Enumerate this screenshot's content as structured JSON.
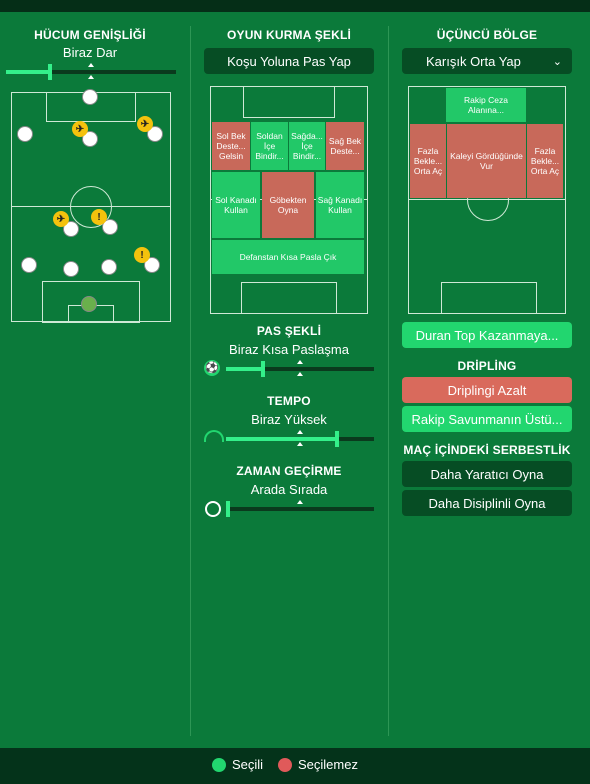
{
  "col1": {
    "title": "HÜCUM GENİŞLİĞİ",
    "value": "Biraz Dar",
    "slider_fraction": 0.25
  },
  "col2": {
    "title": "OYUN KURMA ŞEKLİ",
    "dropdown": "Koşu Yoluna Pas Yap",
    "zones": {
      "sol_bek": "Sol Bek Deste... Gelsin",
      "soldan_ice": "Soldan İçe Bindir...",
      "sagdan_ice": "Sağda... İçe Bindir...",
      "sag_bek": "Sağ Bek Deste...",
      "sol_kanat": "Sol Kanadı Kullan",
      "gobekten": "Göbekten Oyna",
      "sag_kanat": "Sağ Kanadı Kullan",
      "defans": "Defanstan Kısa Pasla Çık"
    },
    "pass_title": "PAS ŞEKLİ",
    "pass_value": "Biraz Kısa Paslaşma",
    "pass_fraction": 0.25,
    "tempo_title": "TEMPO",
    "tempo_value": "Biraz Yüksek",
    "tempo_fraction": 0.75,
    "time_title": "ZAMAN GEÇİRME",
    "time_value": "Arada Sırada",
    "time_fraction": 0.0
  },
  "col3": {
    "title": "ÜÇÜNCÜ BÖLGE",
    "dropdown": "Karışık Orta Yap",
    "zones": {
      "ceza": "Rakip Ceza Alanına...",
      "fazla_sol": "Fazla Bekle... Orta Aç",
      "kaleyi": "Kaleyi Gördüğünde Vur",
      "fazla_sag": "Fazla Bekle... Orta Aç"
    },
    "btn_duran_top": "Duran Top Kazanmaya...",
    "dripling_title": "DRİPLİNG",
    "btn_dripling": "Driplingi Azalt",
    "btn_rakip": "Rakip Savunmanın Üstü...",
    "serbestlik_title": "MAÇ İÇİNDEKİ SERBESTLİK",
    "btn_yaratici": "Daha Yaratıcı Oyna",
    "btn_disiplinli": "Daha Disiplinli Oyna"
  },
  "legend": {
    "selected": "Seçili",
    "unavailable": "Seçilemez",
    "selected_color": "#22d66f",
    "unavailable_color": "#e05a5a"
  }
}
